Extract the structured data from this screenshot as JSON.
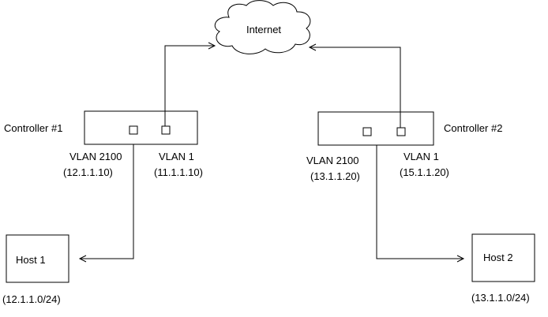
{
  "cloud": {
    "label": "Internet"
  },
  "controllers": [
    {
      "name": "Controller #1",
      "vlan_a": {
        "label": "VLAN 2100",
        "ip": "(12.1.1.10)"
      },
      "vlan_b": {
        "label": "VLAN 1",
        "ip": "(11.1.1.10)"
      }
    },
    {
      "name": "Controller #2",
      "vlan_a": {
        "label": "VLAN 2100",
        "ip": "(13.1.1.20)"
      },
      "vlan_b": {
        "label": "VLAN 1",
        "ip": "(15.1.1.20)"
      }
    }
  ],
  "hosts": [
    {
      "name": "Host 1",
      "subnet": "(12.1.1.0/24)"
    },
    {
      "name": "Host 2",
      "subnet": "(13.1.1.0/24)"
    }
  ]
}
